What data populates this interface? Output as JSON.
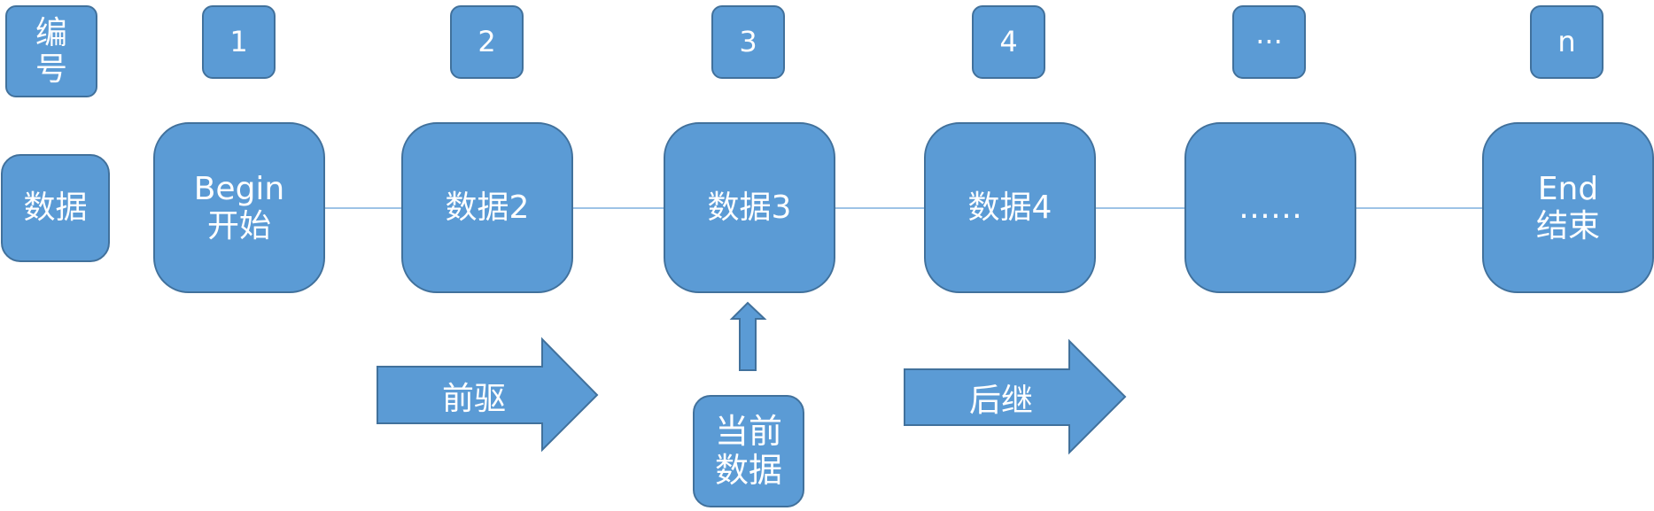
{
  "labels": {
    "index_header": "编\n号",
    "data_header": "数据"
  },
  "indices": [
    "1",
    "2",
    "3",
    "4",
    "···",
    "n"
  ],
  "nodes": [
    "Begin\n开始",
    "数据2",
    "数据3",
    "数据4",
    "……",
    "End\n结束"
  ],
  "arrows": {
    "predecessor": "前驱",
    "successor": "后继"
  },
  "current": "当前\n数据",
  "colors": {
    "fill": "#5B9BD5",
    "border": "#41719C",
    "connector": "#9DC3E6",
    "text": "#FFFFFF"
  }
}
